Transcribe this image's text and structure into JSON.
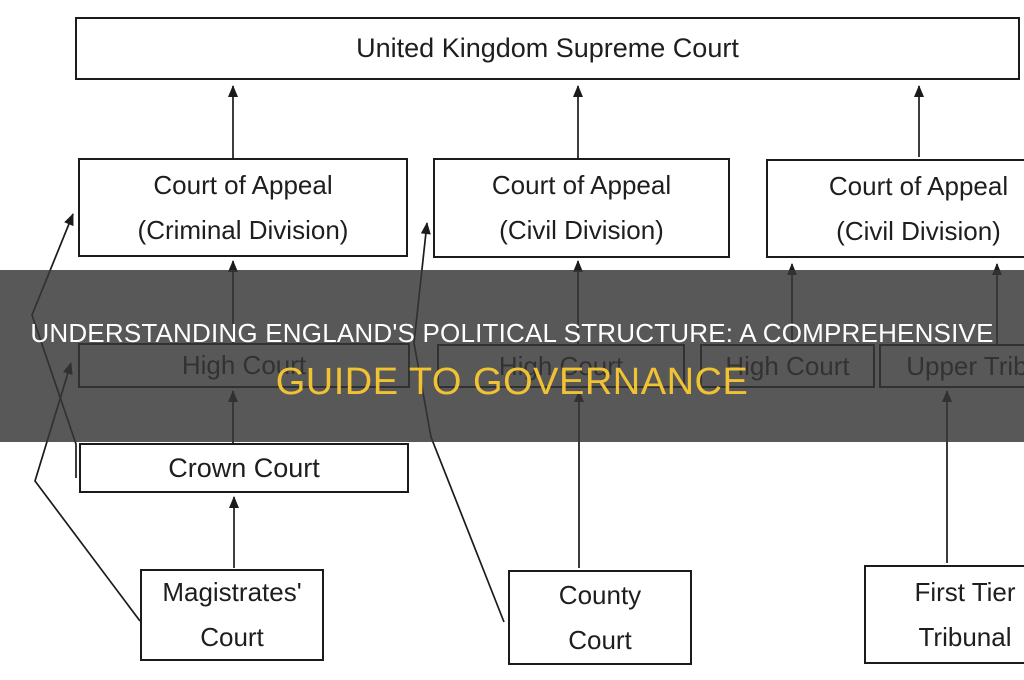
{
  "banner": {
    "title_line1": "UNDERSTANDING ENGLAND'S POLITICAL STRUCTURE: A COMPREHENSIVE",
    "title_line2": "GUIDE TO GOVERNANCE",
    "title_line1_color": "#ffffff",
    "title_line2_color": "#f1c232",
    "overlay_color": "rgba(54,54,54,0.83)"
  },
  "diagram": {
    "line_color": "#1b1b1b",
    "box_background": "#ffffff",
    "nodes": {
      "supreme_court": {
        "label": "United Kingdom Supreme Court"
      },
      "coa_criminal": {
        "label_line1": "Court of Appeal",
        "label_line2": "(Criminal Division)"
      },
      "coa_civil_left": {
        "label_line1": "Court of Appeal",
        "label_line2": "(Civil Division)"
      },
      "coa_civil_right": {
        "label_line1": "Court of Appeal",
        "label_line2": "(Civil Division)"
      },
      "high_court_left": {
        "label": "High Court"
      },
      "high_court_middle": {
        "label": "High Court"
      },
      "high_court_right": {
        "label": "High Court"
      },
      "upper_tribunal": {
        "label": "Upper Tribunal"
      },
      "crown_court": {
        "label": "Crown Court"
      },
      "magistrates_court": {
        "label_line1": "Magistrates'",
        "label_line2": "Court"
      },
      "county_court": {
        "label_line1": "County",
        "label_line2": "Court"
      },
      "first_tier_tribunal": {
        "label_line1": "First Tier",
        "label_line2": "Tribunal"
      }
    },
    "edges": [
      {
        "from": "coa_criminal",
        "to": "supreme_court"
      },
      {
        "from": "coa_civil_left",
        "to": "supreme_court"
      },
      {
        "from": "coa_civil_right",
        "to": "supreme_court"
      },
      {
        "from": "high_court_left",
        "to": "coa_criminal"
      },
      {
        "from": "high_court_middle",
        "to": "coa_civil_left"
      },
      {
        "from": "high_court_right",
        "to": "coa_civil_right"
      },
      {
        "from": "upper_tribunal",
        "to": "coa_civil_right"
      },
      {
        "from": "crown_court",
        "to": "high_court_left"
      },
      {
        "from": "county_court",
        "to": "high_court_middle"
      },
      {
        "from": "first_tier_tribunal",
        "to": "upper_tribunal"
      },
      {
        "from": "magistrates_court",
        "to": "crown_court"
      },
      {
        "from": "magistrates_court",
        "to": "high_court_left"
      },
      {
        "from": "crown_court",
        "to": "coa_criminal"
      },
      {
        "from": "county_court",
        "to": "coa_civil_left"
      }
    ]
  }
}
